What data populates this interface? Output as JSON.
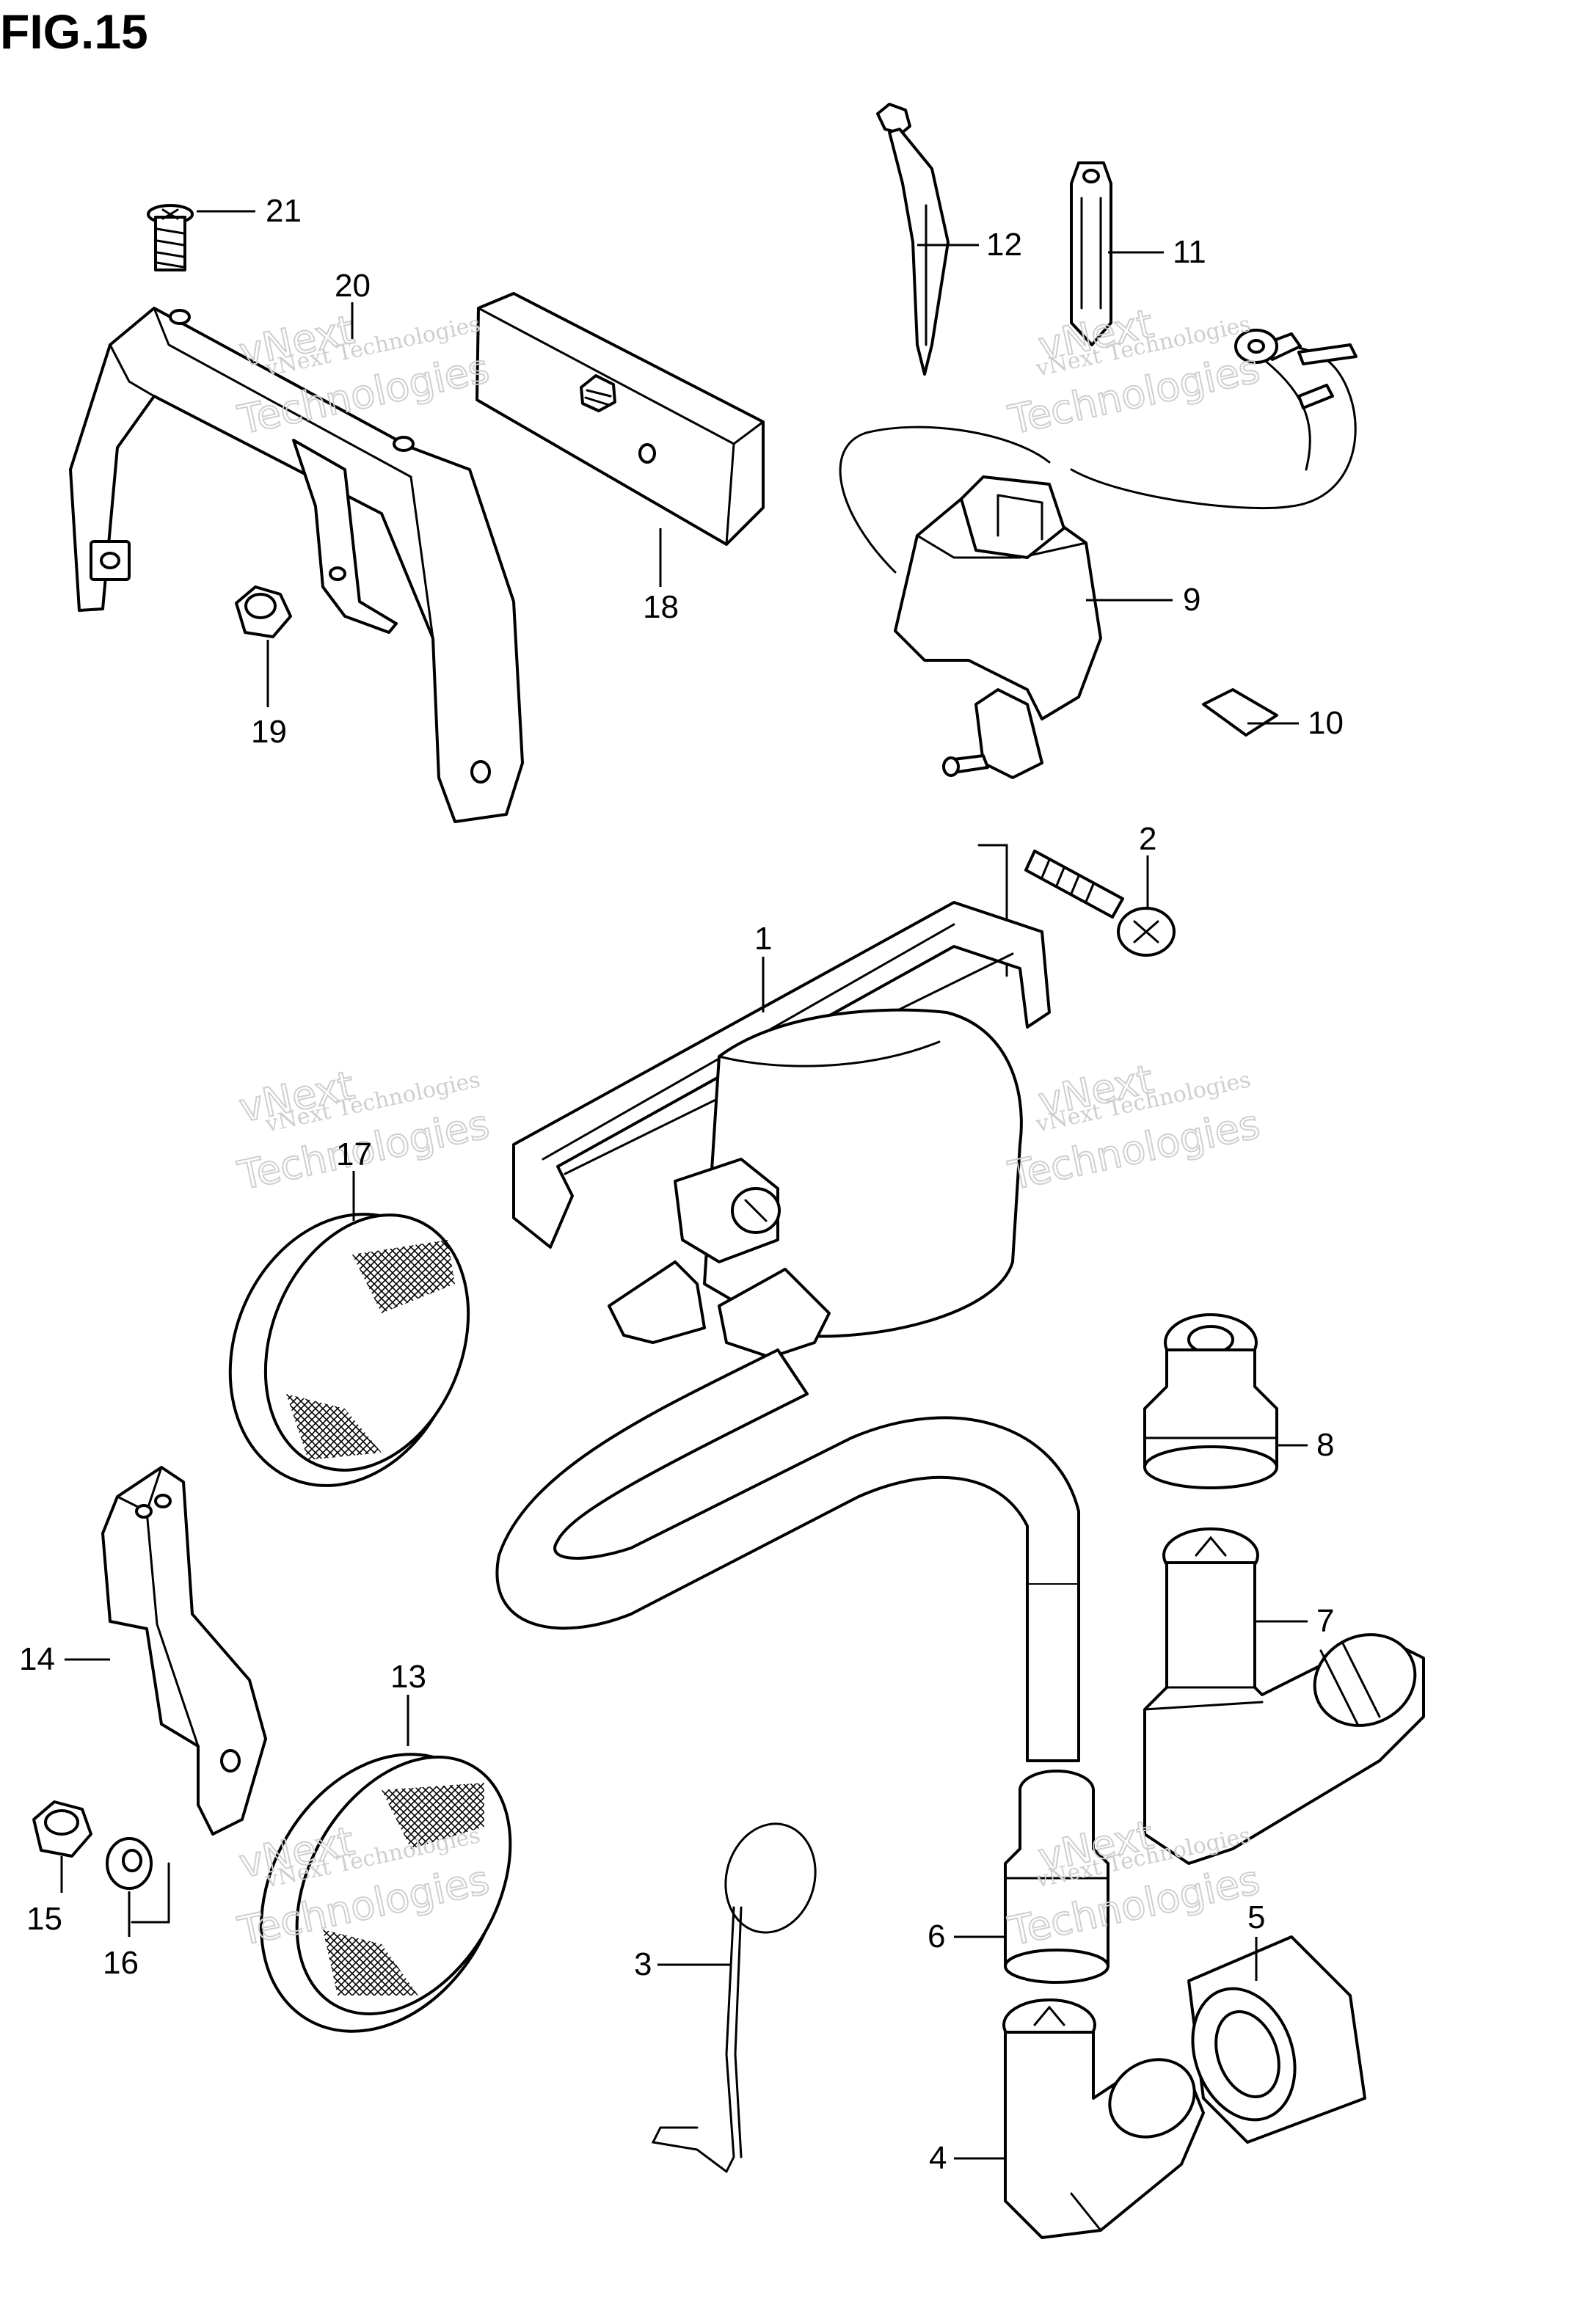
{
  "figure": {
    "title": "FIG.15"
  },
  "watermark": {
    "line1": "vNext Technologies",
    "line2": "vNext",
    "line3": "Technologies"
  },
  "callouts": {
    "p1": "1",
    "p2": "2",
    "p3": "3",
    "p4": "4",
    "p5": "5",
    "p6": "6",
    "p7": "7",
    "p8": "8",
    "p9": "9",
    "p10": "10",
    "p11": "11",
    "p12": "12",
    "p13": "13",
    "p14": "14",
    "p15": "15",
    "p16": "16",
    "p17": "17",
    "p18": "18",
    "p19": "19",
    "p20": "20",
    "p21": "21"
  }
}
